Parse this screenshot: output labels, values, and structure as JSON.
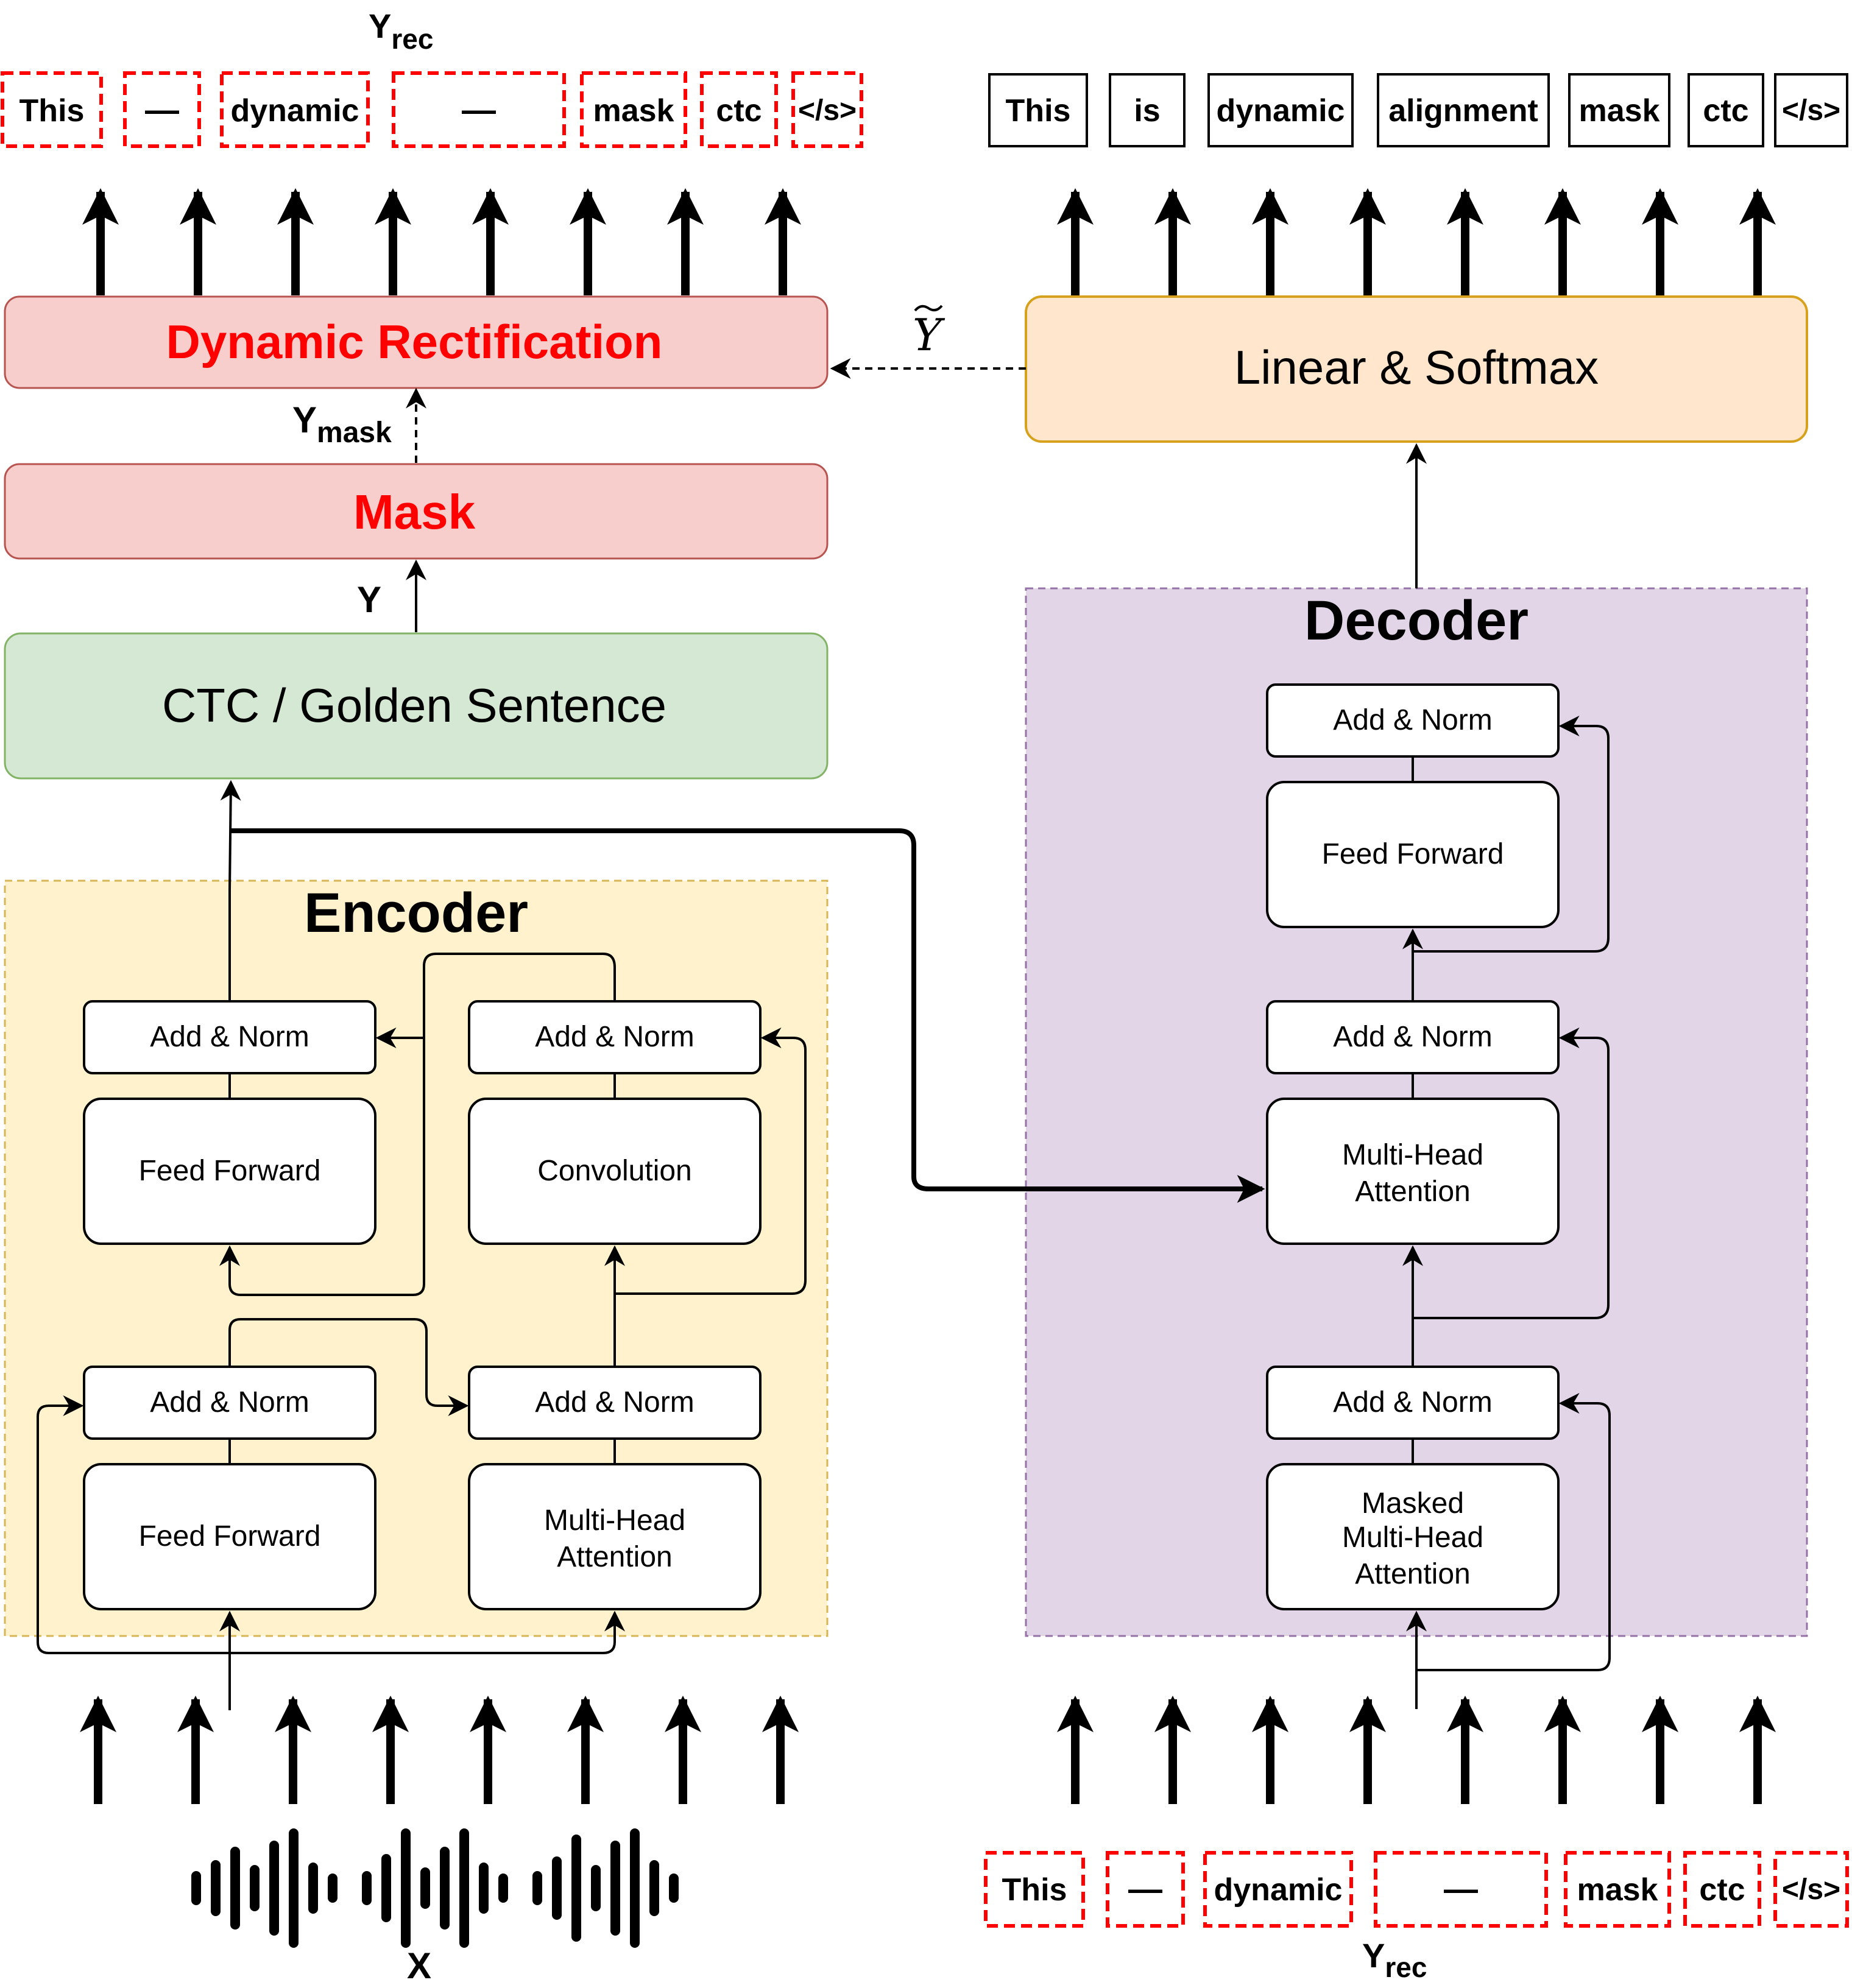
{
  "y_rec_top": {
    "main": "Y",
    "sub": "rec"
  },
  "y_rec_bottom": {
    "main": "Y",
    "sub": "rec"
  },
  "top_masked_tokens": [
    "This",
    "—",
    "dynamic",
    "—",
    "mask",
    "ctc",
    "</s>"
  ],
  "output_tokens": [
    "This",
    "is",
    "dynamic",
    "alignment",
    "mask",
    "ctc",
    "</s>"
  ],
  "bottom_masked_tokens": [
    "This",
    "—",
    "dynamic",
    "—",
    "mask",
    "ctc",
    "</s>"
  ],
  "dynamic_rectification": "Dynamic Rectification",
  "mask": "Mask",
  "ctc_golden": "CTC / Golden Sentence",
  "linear_softmax": "Linear & Softmax",
  "y_mask": {
    "main": "Y",
    "sub": "mask"
  },
  "y_label": "Y",
  "y_tilde": "Y",
  "encoder": {
    "title": "Encoder",
    "add_norm_label": "Add & Norm",
    "feed_forward": "Feed Forward",
    "convolution": "Convolution",
    "mha_lines": [
      "Multi-Head",
      "Attention"
    ]
  },
  "decoder": {
    "title": "Decoder",
    "add_norm_label": "Add & Norm",
    "feed_forward": "Feed Forward",
    "mha_lines": [
      "Multi-Head",
      "Attention"
    ],
    "masked_mha_lines": [
      "Masked",
      "Multi-Head",
      "Attention"
    ]
  },
  "input_label": "X",
  "colors": {
    "red_text": "#ff0000",
    "red_dashed": "#ff0000",
    "pink_fill": "#f8cecc",
    "pink_stroke": "#b85450",
    "green_fill": "#d5e8d4",
    "green_stroke": "#82b366",
    "orange_fill": "#ffe6cc",
    "orange_stroke": "#d6a21e",
    "encoder_fill": "#fff2cc",
    "encoder_stroke": "#d6b656",
    "decoder_fill": "#e1d5e7",
    "decoder_stroke": "#9673a6"
  }
}
